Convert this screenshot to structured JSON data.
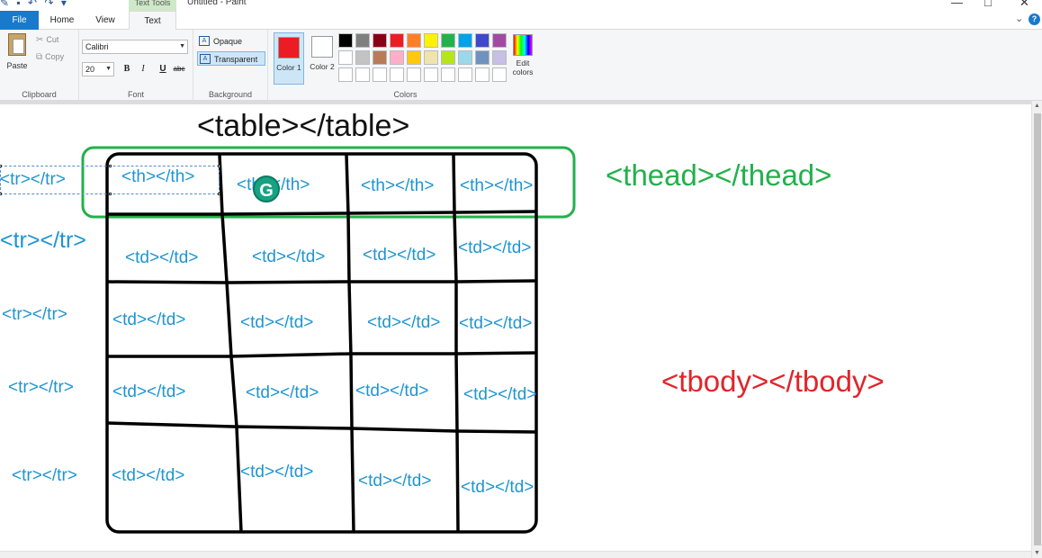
{
  "window": {
    "title": "Untitled - Paint",
    "context_tab": "Text Tools",
    "min_glyph": "—",
    "max_glyph": "□",
    "close_glyph": "✕"
  },
  "tabs": [
    {
      "label": "File"
    },
    {
      "label": "Home"
    },
    {
      "label": "View"
    },
    {
      "label": "Text"
    }
  ],
  "ribbon": {
    "clipboard": {
      "group_label": "Clipboard",
      "paste_label": "Paste",
      "cut_label": "Cut",
      "copy_label": "Copy"
    },
    "font": {
      "group_label": "Font",
      "font_name": "Calibri",
      "font_size": "20",
      "bold": "B",
      "italic": "I",
      "underline": "U",
      "strike": "abc"
    },
    "background": {
      "group_label": "Background",
      "opaque_label": "Opaque",
      "transparent_label": "Transparent",
      "selected": "Transparent"
    },
    "colors": {
      "group_label": "Colors",
      "color1_label": "Color 1",
      "color2_label": "Color 2",
      "color1": "#ed1c24",
      "color2": "#ffffff",
      "edit_label": "Edit colors",
      "palette": [
        [
          "#000000",
          "#7f7f7f",
          "#880015",
          "#ed1c24",
          "#ff7f27",
          "#fff200",
          "#22b14c",
          "#00a2e8",
          "#3f48cc",
          "#a349a4"
        ],
        [
          "#ffffff",
          "#c3c3c3",
          "#b97a57",
          "#ffaec9",
          "#ffc90e",
          "#efe4b0",
          "#b5e61d",
          "#99d9ea",
          "#7092be",
          "#c8bfe7"
        ],
        [
          "#ffffff",
          "#ffffff",
          "#ffffff",
          "#ffffff",
          "#ffffff",
          "#ffffff",
          "#ffffff",
          "#ffffff",
          "#ffffff",
          "#ffffff"
        ]
      ]
    }
  },
  "canvas": {
    "table_label": "<table></table>",
    "thead_label": "<thead></thead>",
    "tbody_label": "<tbody></tbody>",
    "thead_color": "#22b14c",
    "tbody_color": "#e0252b",
    "ink_color": "#1e95d2",
    "row_labels": [
      "<tr></tr>",
      "<tr></tr>",
      "<tr></tr>",
      "<tr></tr>",
      "<tr></tr>"
    ],
    "header_cells": [
      "<th></th>",
      "<th></th>",
      "<th></th>",
      "<th></th>"
    ],
    "body_rows": [
      [
        "<td></td>",
        "<td></td>",
        "<td></td>",
        "<td></td>"
      ],
      [
        "<td></td>",
        "<td></td>",
        "<td></td>",
        "<td></td>"
      ],
      [
        "<td></td>",
        "<td></td>",
        "<td></td>",
        "<td></td>"
      ],
      [
        "<td></td>",
        "<td></td>",
        "<td></td>",
        "<td></td>"
      ]
    ],
    "grammarly_glyph": "G"
  }
}
